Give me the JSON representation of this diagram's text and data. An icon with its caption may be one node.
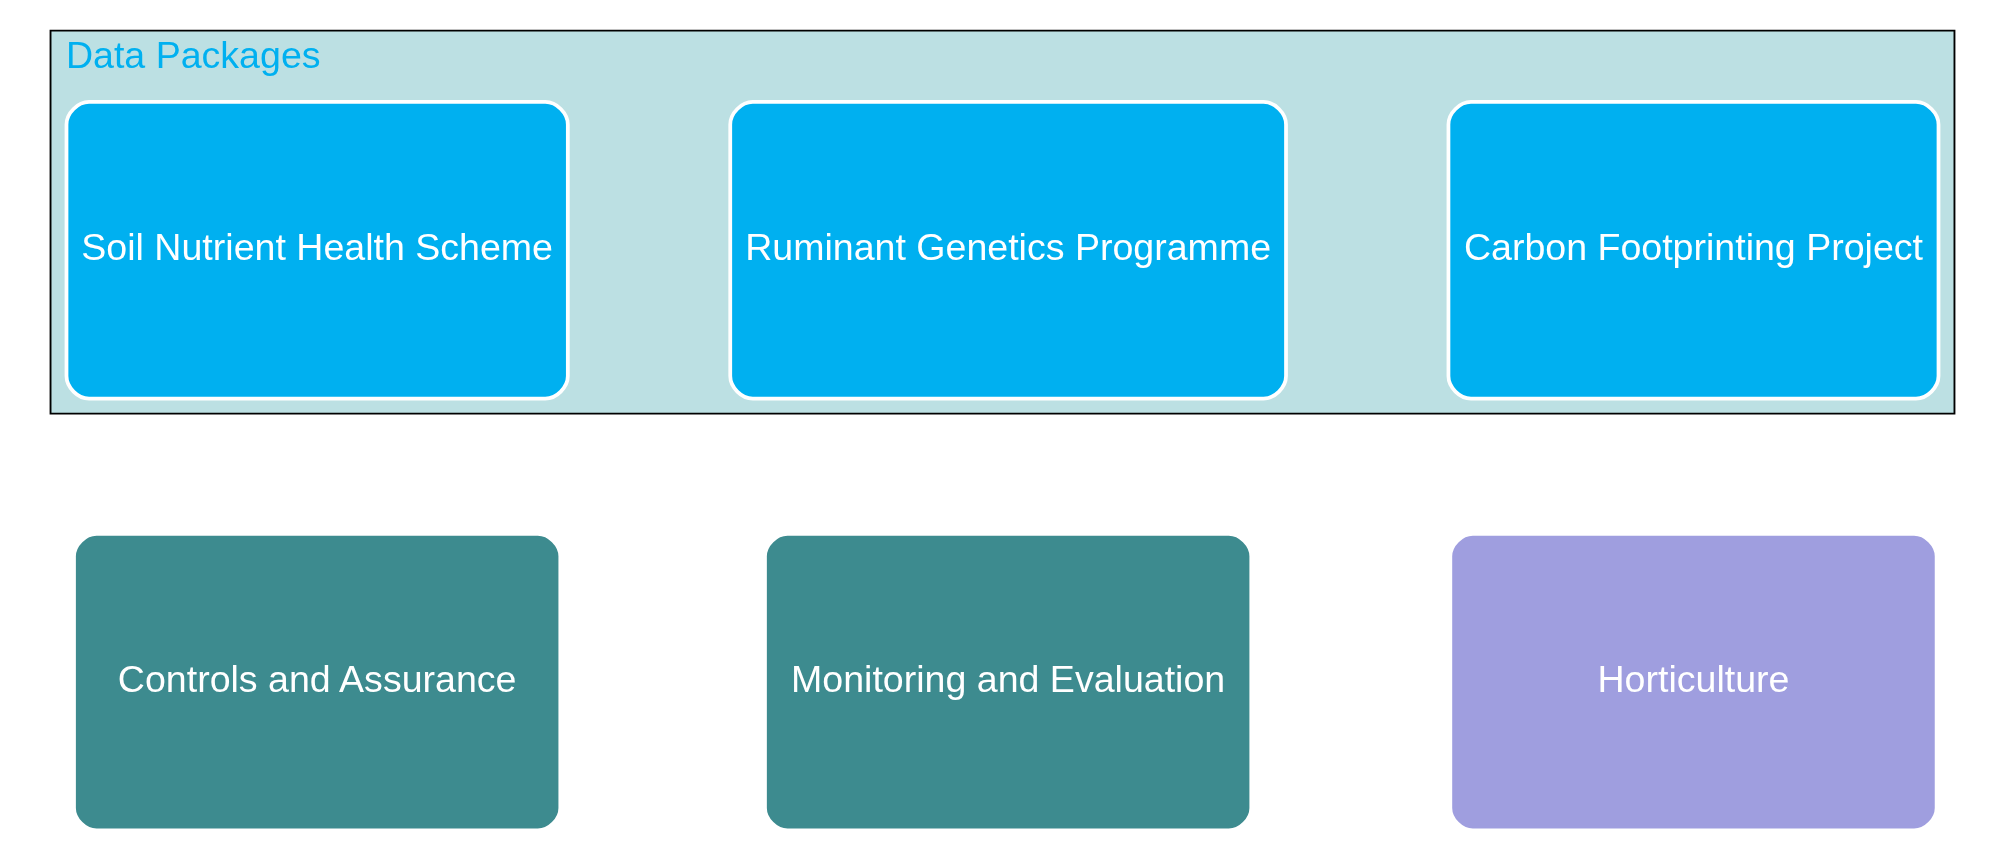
{
  "diagram": {
    "nodes": [
      {
        "text": [
          "Data Packages"
        ]
      },
      {
        "text": [
          "Soil Nutrient Health Scheme"
        ],
        "in": 0
      },
      {
        "text": [
          "Ruminant Genetics Programme"
        ],
        "in": 0
      },
      {
        "text": [
          "Carbon Footprinting Project"
        ],
        "in": 0
      },
      {
        "text": [
          "Controls and Assurance"
        ]
      },
      {
        "text": [
          "Monitoring and Evaluation"
        ]
      },
      {
        "text": [
          "Horticulture"
        ]
      }
    ]
  }
}
